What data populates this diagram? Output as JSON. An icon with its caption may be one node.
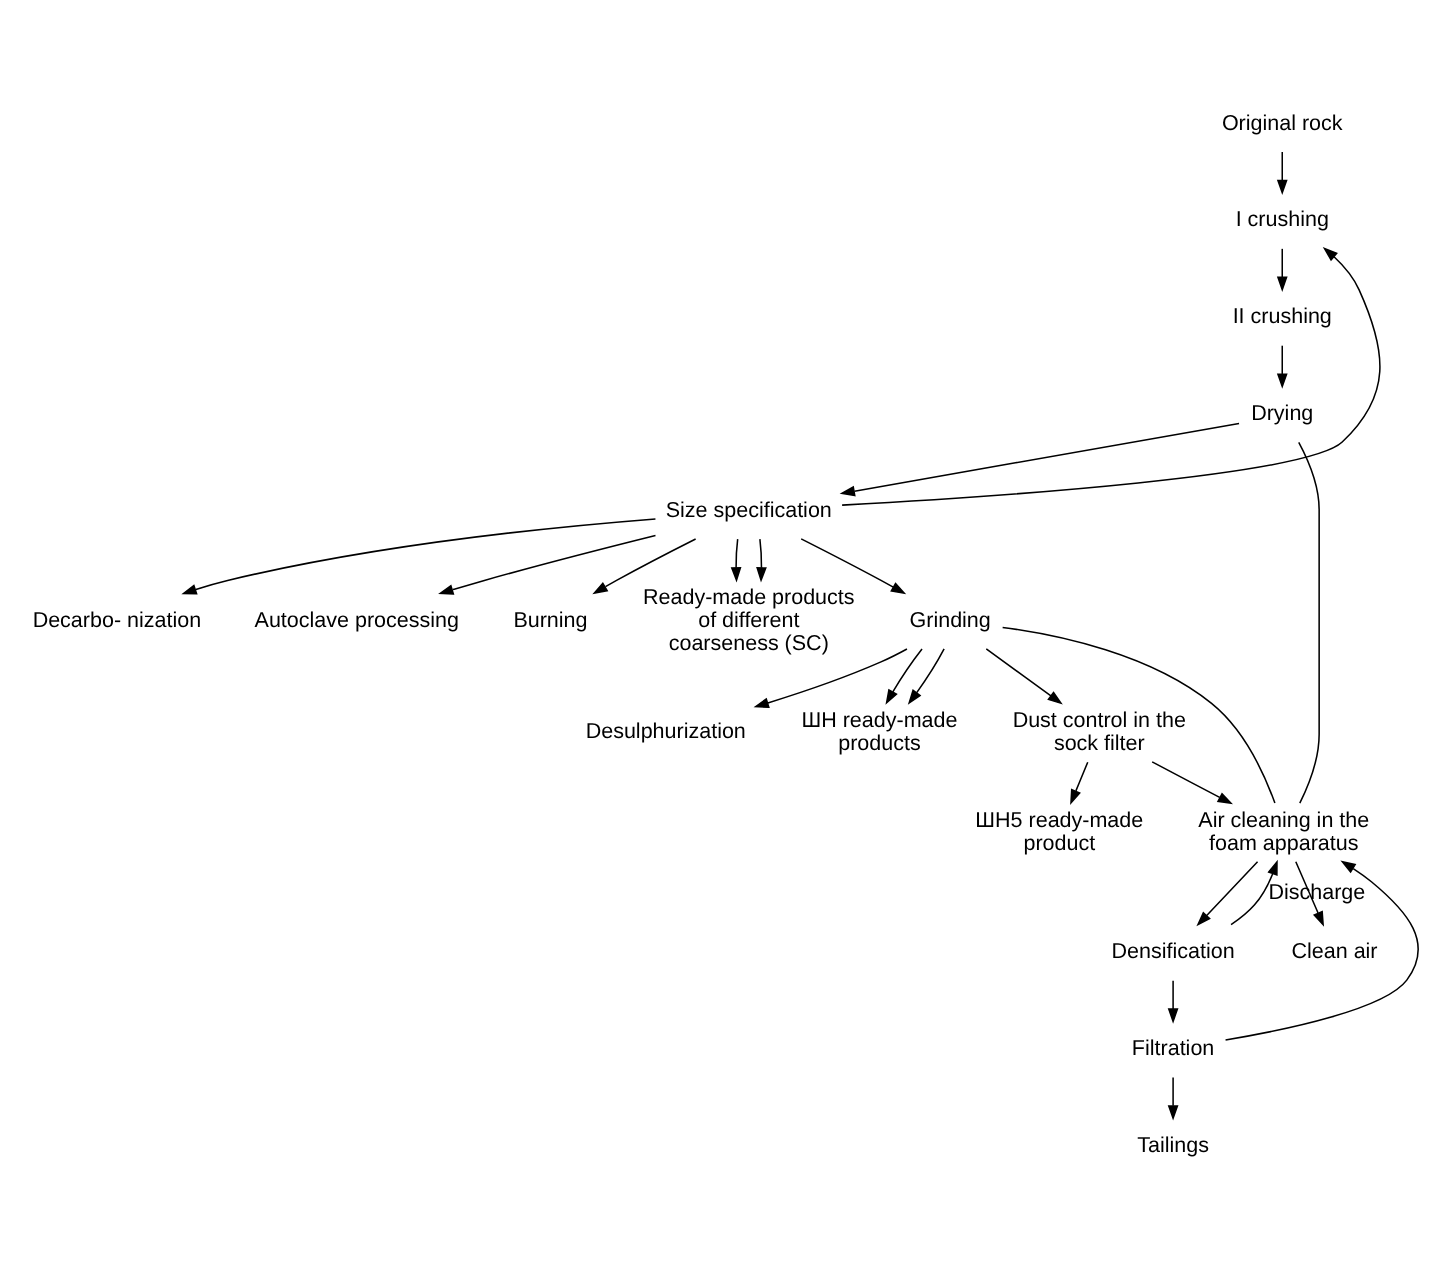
{
  "diagram": {
    "nodes": [
      {
        "text": [
          "Original rock"
        ]
      },
      {
        "text": [
          "I crushing"
        ]
      },
      {
        "text": [
          "II crushing"
        ]
      },
      {
        "text": [
          "Drying"
        ]
      },
      {
        "text": [
          "Size specification"
        ]
      },
      {
        "text": [
          "Decarbo- nization"
        ]
      },
      {
        "text": [
          "Autoclave processing"
        ]
      },
      {
        "text": [
          "Burning"
        ]
      },
      {
        "text": [
          "Ready-made products of different coarseness (SC)"
        ]
      },
      {
        "text": [
          "Grinding"
        ]
      },
      {
        "text": [
          "Desulphurization"
        ]
      },
      {
        "text": [
          "ШН ready-made products"
        ]
      },
      {
        "text": [
          "Dust control in the sock filter"
        ]
      },
      {
        "text": [
          "ШН5 ready-made product"
        ]
      },
      {
        "text": [
          "Air cleaning in the foam apparatus"
        ]
      },
      {
        "text": [
          "Densification"
        ]
      },
      {
        "text": [
          "Clean air"
        ]
      },
      {
        "text": [
          "Filtration"
        ]
      },
      {
        "text": [
          "Tailings"
        ]
      }
    ],
    "edges": [
      {
        "from": 0,
        "to": 1,
        "arrow": "to"
      },
      {
        "from": 1,
        "to": 2,
        "arrow": "to"
      },
      {
        "from": 2,
        "to": 3,
        "arrow": "to"
      },
      {
        "from": 3,
        "to": 4,
        "arrow": "to"
      },
      {
        "from": 4,
        "to": 5,
        "arrow": "to"
      },
      {
        "from": 4,
        "to": 6,
        "arrow": "to"
      },
      {
        "from": 4,
        "to": 7,
        "arrow": "to"
      },
      {
        "from": 4,
        "to": 8,
        "arrow": "to"
      },
      {
        "from": 4,
        "to": 8,
        "arrow": "to"
      },
      {
        "from": 4,
        "to": 9,
        "arrow": "to"
      },
      {
        "from": 4,
        "to": 1,
        "arrow": "to"
      },
      {
        "from": 9,
        "to": 10,
        "arrow": "to"
      },
      {
        "from": 9,
        "to": 11,
        "arrow": "to"
      },
      {
        "from": 9,
        "to": 11,
        "arrow": "to"
      },
      {
        "from": 9,
        "to": 12,
        "arrow": "to"
      },
      {
        "from": 3,
        "to": 14,
        "arrow": "none"
      },
      {
        "from": 9,
        "to": 14,
        "arrow": "none"
      },
      {
        "from": 12,
        "to": 13,
        "arrow": "to"
      },
      {
        "from": 12,
        "to": 14,
        "arrow": "to"
      },
      {
        "from": 14,
        "to": 15,
        "arrow": "to"
      },
      {
        "from": 14,
        "to": 16,
        "arrow": "to"
      },
      {
        "from": 15,
        "to": 17,
        "arrow": "to"
      },
      {
        "from": 15,
        "to": 14,
        "label": "Discharge",
        "arrow": "to"
      },
      {
        "from": 17,
        "to": 18,
        "arrow": "to"
      },
      {
        "from": 17,
        "to": 14,
        "arrow": "to"
      }
    ]
  }
}
